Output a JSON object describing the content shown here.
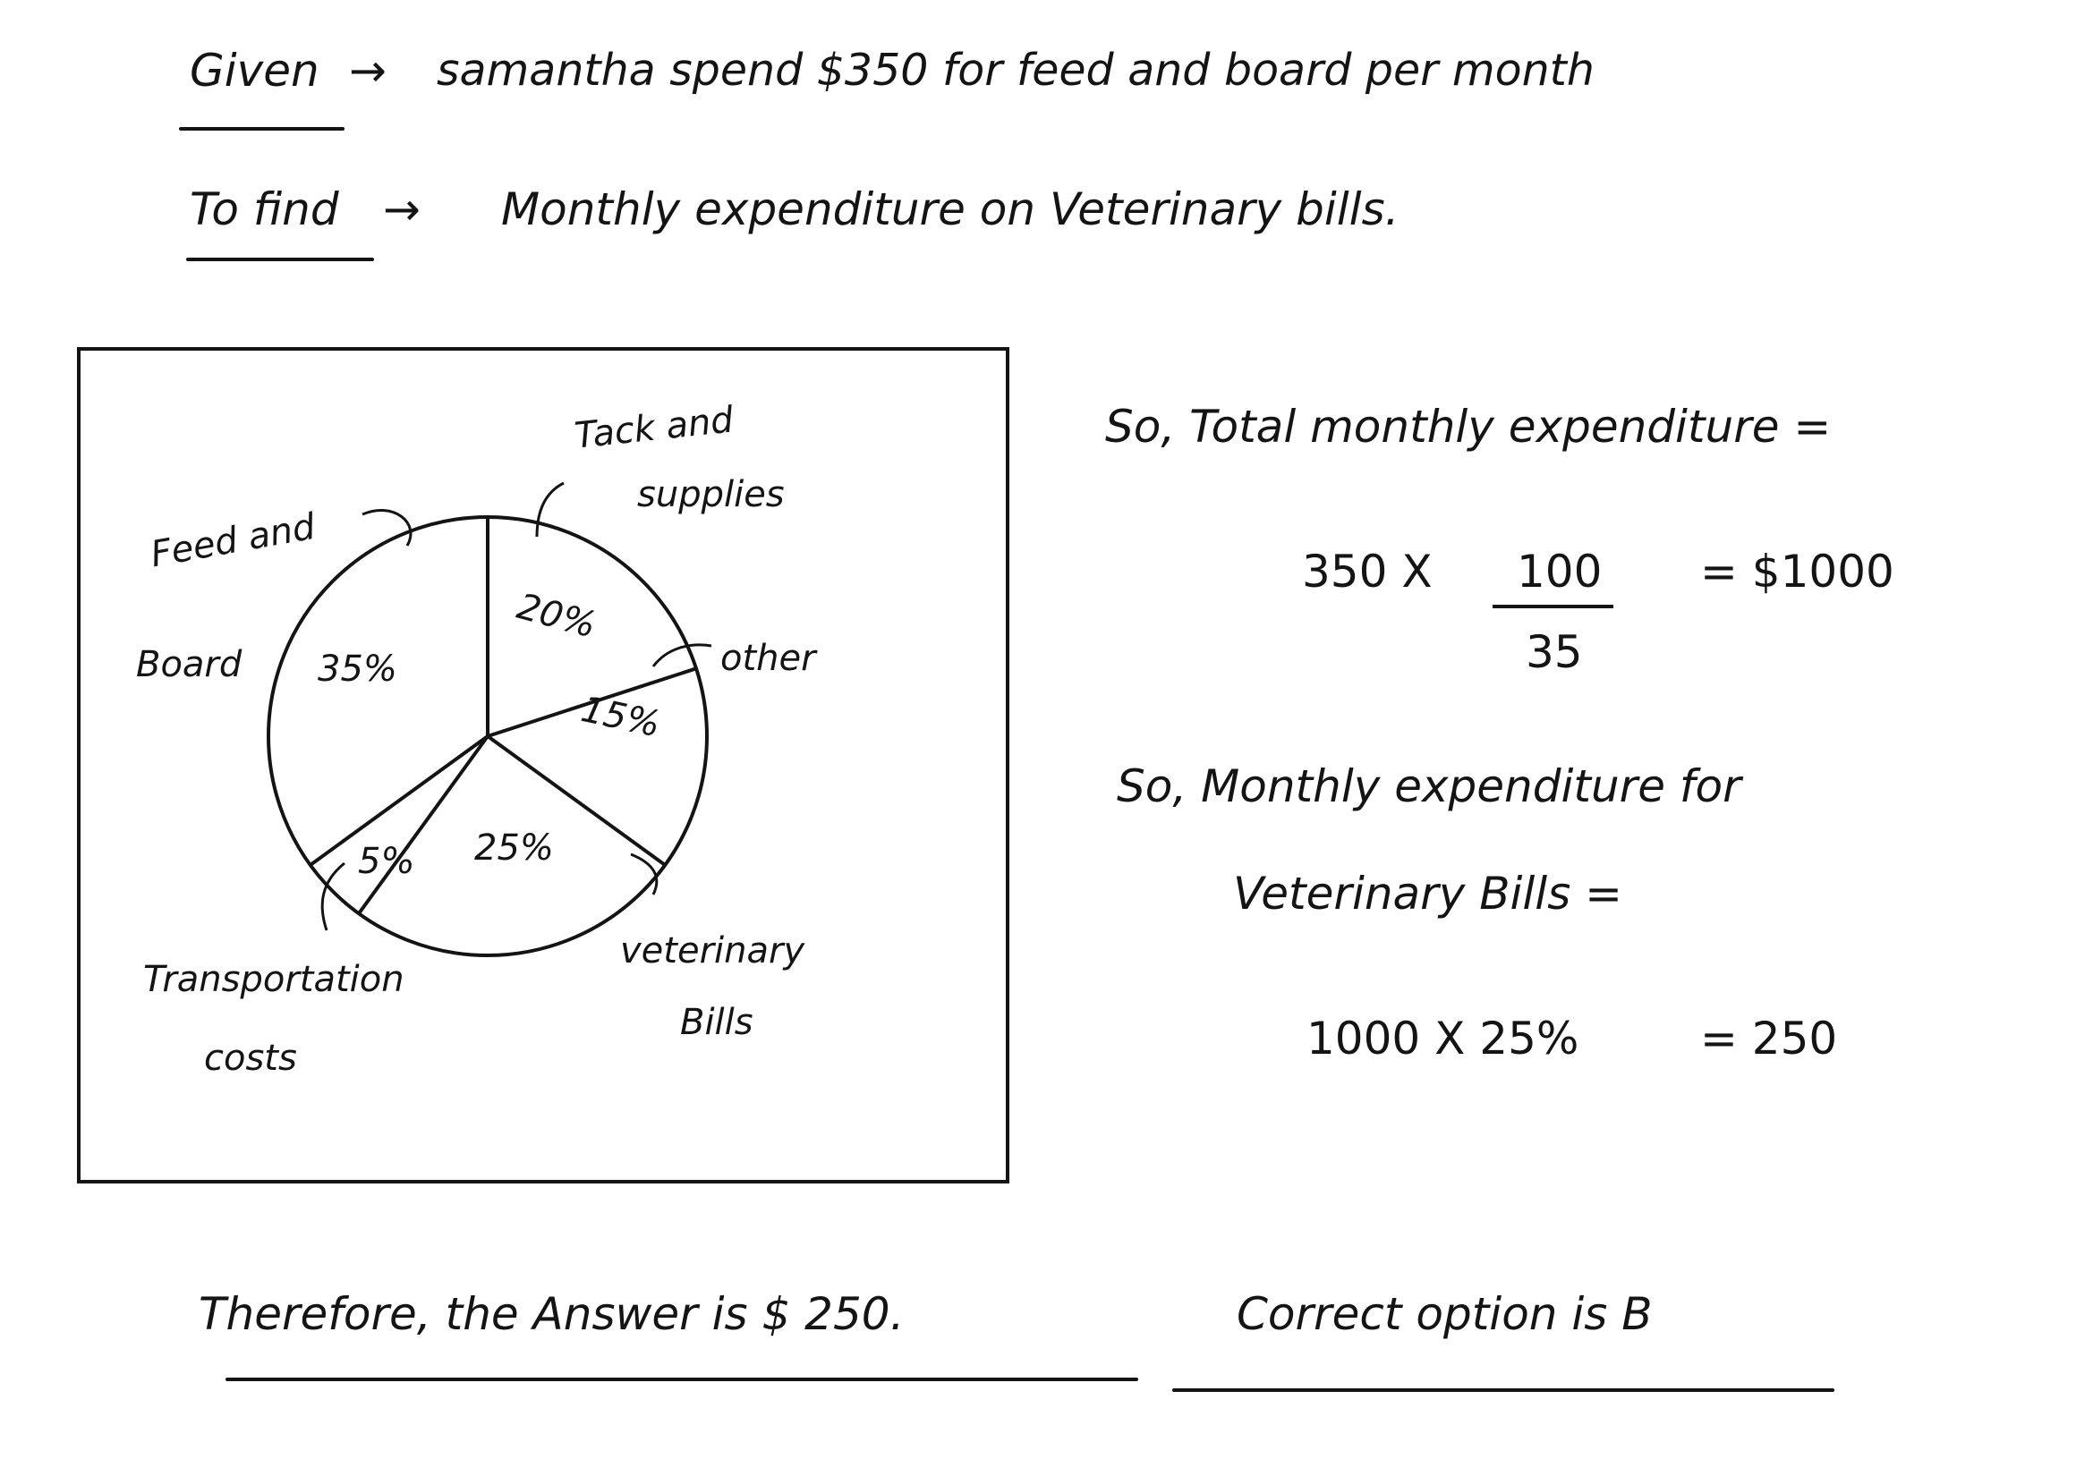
{
  "header": {
    "given_label": "Given",
    "given_arrow": "→",
    "given_text": "samantha spend $350 for feed and board per month",
    "tofind_label": "To find",
    "tofind_arrow": "→",
    "tofind_text": "Monthly expenditure on Veterinary bills."
  },
  "chart_data": {
    "type": "pie",
    "slices": [
      {
        "label": "Feed and Board",
        "value": 35,
        "text": "35%"
      },
      {
        "label": "Tack and supplies",
        "value": 20,
        "text": "20%"
      },
      {
        "label": "other",
        "value": 15,
        "text": "15%"
      },
      {
        "label": "veterinary Bills",
        "value": 25,
        "text": "25%"
      },
      {
        "label": "Transportation costs",
        "value": 5,
        "text": "5%"
      }
    ]
  },
  "chart_labels": {
    "feed_1": "Feed and",
    "feed_2": "Board",
    "tack_1": "Tack and",
    "tack_2": "supplies",
    "other": "other",
    "vet_1": "veterinary",
    "vet_2": "Bills",
    "trans_1": "Transportation",
    "trans_2": "costs"
  },
  "solution": {
    "total_line": "So, Total monthly expenditure =",
    "calc_left": "350 X",
    "numerator": "100",
    "denominator": "35",
    "calc_result": "= $1000",
    "vet_line_1": "So, Monthly expenditure for",
    "vet_line_2": "Veterinary Bills =",
    "vet_calc": "1000 X 25%",
    "vet_result": "= 250"
  },
  "conclusion": {
    "text": "Therefore, the Answer is $ 250.",
    "option": "Correct option is B"
  }
}
